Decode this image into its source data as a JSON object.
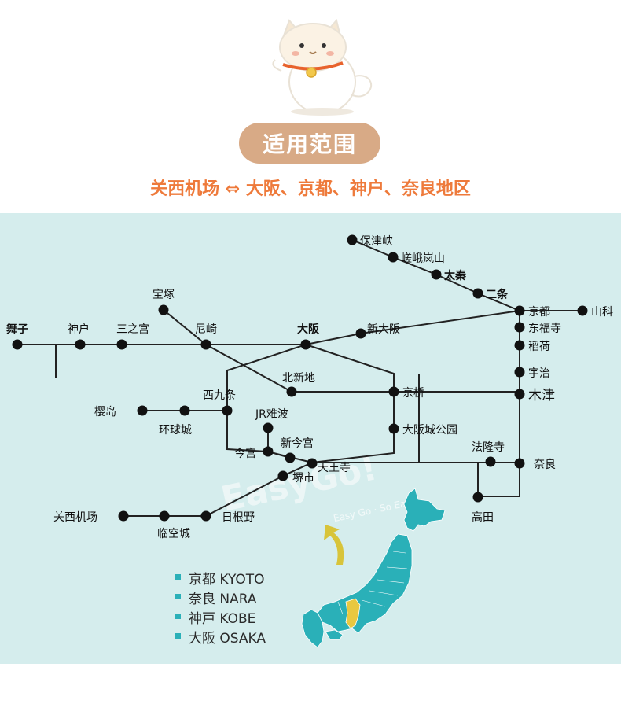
{
  "header": {
    "pill_text": "适用范围",
    "subtitle": "关西机场 ⇔ 大阪、京都、神户、奈良地区"
  },
  "colors": {
    "pill": "#d8aa86",
    "subtitle": "#ee7a3b",
    "map_bg": "#d5eded",
    "line": "#222222",
    "legend_marker": "#2ab0b8",
    "japan": "#2ab0b8",
    "kansai": "#e8c840"
  },
  "icons": [
    "cat-mascot-icon",
    "arrow-icon",
    "japan-map-icon"
  ],
  "watermark": {
    "main": "EasyGo!",
    "sub": "Easy Go · So Easy"
  },
  "stations": {
    "hozukyo": "保津峡",
    "sagaarashiyama": "嵯峨岚山",
    "uzumasa": "太秦",
    "nijo": "二条",
    "kyoto": "京都",
    "yamashina": "山科",
    "tofukuji": "东福寺",
    "inari": "稻荷",
    "uji": "宇治",
    "kizu": "木津",
    "maiko": "舞子",
    "kobe": "神户",
    "sannomiya": "三之宫",
    "amagasaki": "尼崎",
    "osaka": "大阪",
    "shinosaka": "新大阪",
    "takarazuka": "宝塚",
    "kitashinchi": "北新地",
    "kyobashi": "京桥",
    "osakajokoen": "大阪城公园",
    "nishikujo": "西九条",
    "sakurajima": "樱岛",
    "universal": "环球城",
    "jrnamba": "JR难波",
    "shinimamiya": "新今宫",
    "imamiya": "今宫",
    "tennoji": "天王寺",
    "sakaishi": "堺市",
    "horyuji": "法隆寺",
    "nara": "奈良",
    "takada": "高田",
    "kansaiairport": "关西机场",
    "rinku": "临空城",
    "hineno": "日根野"
  },
  "legend": [
    "京都 KYOTO",
    "奈良 NARA",
    "神戸 KOBE",
    "大阪 OSAKA"
  ]
}
